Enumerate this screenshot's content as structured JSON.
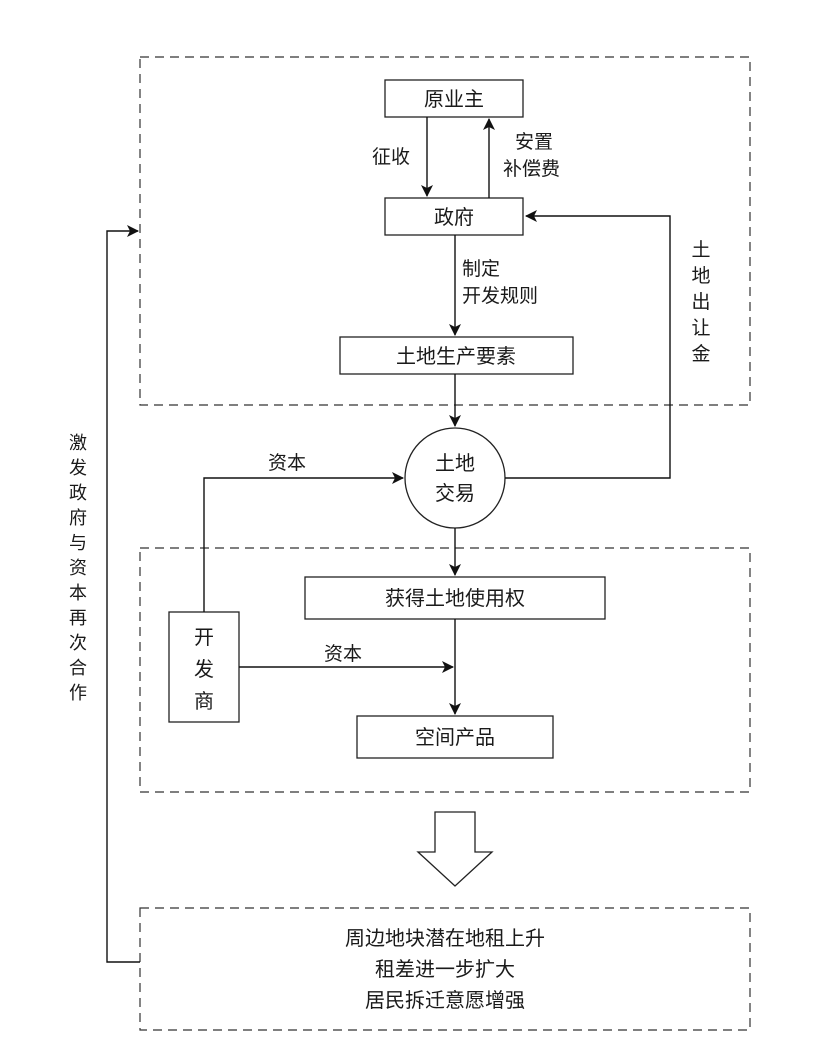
{
  "nodes": {
    "original_owner": "原业主",
    "government": "政府",
    "land_factor": "土地生产要素",
    "land_trade": [
      "土地",
      "交易"
    ],
    "land_use_right": "获得土地使用权",
    "developer": [
      "开",
      "发",
      "商"
    ],
    "space_product": "空间产品",
    "outcome": [
      "周边地块潜在地租上升",
      "租差进一步扩大",
      "居民拆迁意愿增强"
    ]
  },
  "edges": {
    "expropriation": "征收",
    "compensation": [
      "安置",
      "补偿费"
    ],
    "planning": [
      "制定",
      "开发规则"
    ],
    "land_fee": [
      "土",
      "地",
      "出",
      "让",
      "金"
    ],
    "capital_1": "资本",
    "capital_2": "资本",
    "feedback": [
      "激",
      "发",
      "政",
      "府",
      "与",
      "资",
      "本",
      "再",
      "次",
      "合",
      "作"
    ]
  }
}
